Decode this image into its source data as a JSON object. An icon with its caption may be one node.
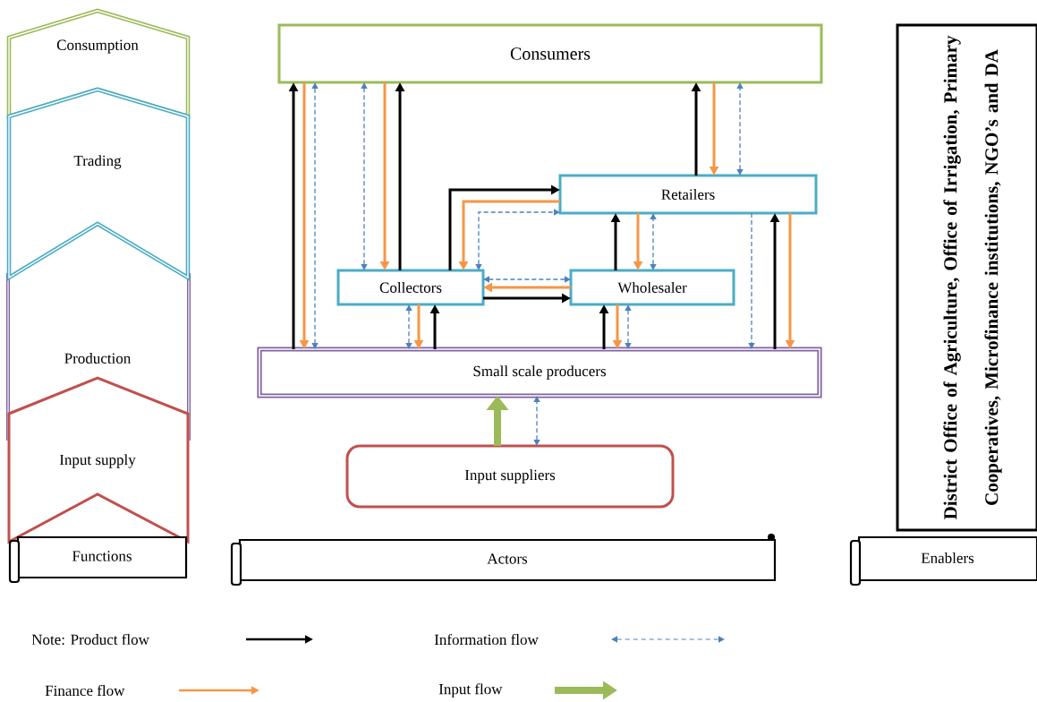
{
  "diagram": {
    "nodes": [
      {
        "text": [
          "Consumption"
        ]
      },
      {
        "text": [
          "Trading"
        ]
      },
      {
        "text": [
          "Production"
        ]
      },
      {
        "text": [
          "Input supply"
        ]
      },
      {
        "text": [
          "Functions"
        ]
      },
      {
        "text": [
          "Consumers"
        ]
      },
      {
        "text": [
          "Retailers"
        ]
      },
      {
        "text": [
          "Collectors"
        ]
      },
      {
        "text": [
          "Wholesaler"
        ]
      },
      {
        "text": [
          "Small scale producers"
        ]
      },
      {
        "text": [
          "Input suppliers"
        ]
      },
      {
        "text": [
          "Actors"
        ]
      },
      {
        "text": [
          "District Office of Agriculture, Office of Irrigation, Primary Cooperatives, Microfinance institutions, NGO’s and DA"
        ]
      },
      {
        "text": [
          "Enablers"
        ]
      }
    ],
    "edges": [
      {
        "from": 9,
        "to": 5,
        "arrow": "to",
        "color": "#000000"
      },
      {
        "from": 5,
        "to": 9,
        "arrow": "to",
        "color": "#f79646"
      },
      {
        "from": 5,
        "to": 9,
        "arrow": "both",
        "style": "dashed",
        "color": "#4f81bd"
      },
      {
        "from": 7,
        "to": 5,
        "arrow": "both",
        "style": "dashed",
        "color": "#4f81bd"
      },
      {
        "from": 5,
        "to": 7,
        "arrow": "to",
        "color": "#f79646"
      },
      {
        "from": 7,
        "to": 5,
        "arrow": "to",
        "color": "#000000"
      },
      {
        "from": 6,
        "to": 5,
        "arrow": "to",
        "color": "#000000"
      },
      {
        "from": 5,
        "to": 6,
        "arrow": "to",
        "color": "#f79646"
      },
      {
        "from": 6,
        "to": 5,
        "arrow": "both",
        "style": "dashed",
        "color": "#4f81bd"
      },
      {
        "from": 7,
        "to": 6,
        "arrow": "to",
        "color": "#000000"
      },
      {
        "from": 6,
        "to": 7,
        "arrow": "to",
        "color": "#f79646"
      },
      {
        "from": 7,
        "to": 6,
        "arrow": "both",
        "style": "dashed",
        "color": "#4f81bd"
      },
      {
        "from": 8,
        "to": 7,
        "arrow": "both",
        "style": "dashed",
        "color": "#4f81bd"
      },
      {
        "from": 8,
        "to": 7,
        "arrow": "to",
        "color": "#f79646"
      },
      {
        "from": 7,
        "to": 8,
        "arrow": "to",
        "color": "#000000"
      },
      {
        "from": 8,
        "to": 6,
        "arrow": "to",
        "color": "#000000"
      },
      {
        "from": 6,
        "to": 8,
        "arrow": "to",
        "color": "#f79646"
      },
      {
        "from": 8,
        "to": 6,
        "arrow": "both",
        "style": "dashed",
        "color": "#4f81bd"
      },
      {
        "from": 9,
        "to": 7,
        "arrow": "both",
        "style": "dashed",
        "color": "#4f81bd"
      },
      {
        "from": 7,
        "to": 9,
        "arrow": "to",
        "color": "#f79646"
      },
      {
        "from": 9,
        "to": 7,
        "arrow": "to",
        "color": "#000000"
      },
      {
        "from": 9,
        "to": 8,
        "arrow": "to",
        "color": "#000000"
      },
      {
        "from": 8,
        "to": 9,
        "arrow": "to",
        "color": "#f79646"
      },
      {
        "from": 9,
        "to": 8,
        "arrow": "both",
        "style": "dashed",
        "color": "#4f81bd"
      },
      {
        "from": 6,
        "to": 9,
        "arrow": "to",
        "style": "dashed",
        "color": "#4f81bd"
      },
      {
        "from": 9,
        "to": 6,
        "arrow": "to",
        "color": "#000000"
      },
      {
        "from": 6,
        "to": 9,
        "arrow": "to",
        "color": "#f79646"
      },
      {
        "from": 10,
        "to": 9,
        "arrow": "to",
        "style": "thick",
        "color": "#9bbb59"
      },
      {
        "from": 10,
        "to": 9,
        "arrow": "both",
        "style": "dashed",
        "color": "#4f81bd"
      }
    ],
    "legend": [
      {
        "text": "Note: Product flow"
      },
      {
        "text": "Information flow"
      },
      {
        "text": "Finance flow"
      },
      {
        "text": "Input flow"
      }
    ]
  }
}
